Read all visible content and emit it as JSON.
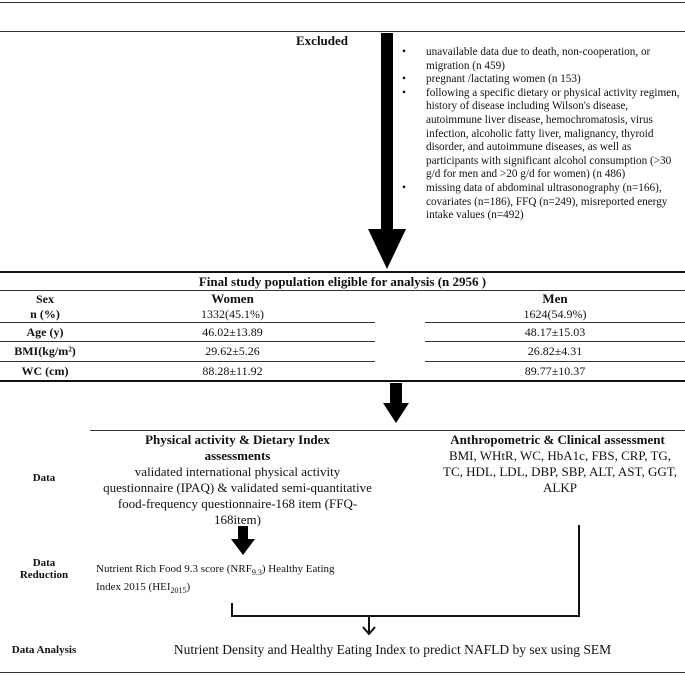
{
  "excluded": {
    "title": "Excluded",
    "items": [
      "unavailable data due to death, non-cooperation, or migration (n 459)",
      "pregnant /lactating women (n  153)",
      "following a specific dietary or physical activity regimen, history of disease including Wilson's disease, autoimmune liver disease, hemochromatosis, virus infection, alcoholic fatty liver, malignancy, thyroid disorder, and autoimmune diseases, as well as participants with significant alcohol consumption (>30 g/d for men and >20 g/d for women) (n 486)",
      "missing data of abdominal ultrasonography (n=166), covariates (n=186), FFQ (n=249), misreported energy intake values (n=492)"
    ]
  },
  "population": {
    "title": "Final study population eligible for analysis (n 2956 )",
    "header": {
      "col1": "Sex",
      "women": "Women",
      "men": "Men"
    },
    "rows": [
      {
        "label": "n (%)",
        "women": "1332(45.1%)",
        "men": "1624(54.9%)"
      },
      {
        "label": "Age (y)",
        "women": "46.02±13.89",
        "men": "48.17±15.03"
      },
      {
        "label": "BMI(kg/m²)",
        "women": "29.62±5.26",
        "men": "26.82±4.31"
      },
      {
        "label": "WC (cm)",
        "women": "88.28±11.92",
        "men": "89.77±10.37"
      }
    ]
  },
  "flow": {
    "data_label": "Data",
    "reduction_label_1": "Data",
    "reduction_label_2": "Reduction",
    "analysis_label": "Data Analysis",
    "pa_title": "Physical activity & Dietary Index assessments",
    "pa_text": "validated international physical activity questionnaire (IPAQ) & validated semi-quantitative food-frequency questionnaire-168 item (FFQ-168item)",
    "anthro_title": "Anthropometric & Clinical assessment",
    "anthro_text": "BMI, WHtR, WC, HbA1c, FBS, CRP, TG, TC, HDL, LDL, DBP, SBP, ALT, AST, GGT, ALKP",
    "reduction_text_a": "Nutrient Rich Food 9.3 score (NRF",
    "reduction_sub_a": "9.3",
    "reduction_text_b": ") Healthy Eating Index 2015 (HEI",
    "reduction_sub_b": "2015",
    "reduction_text_c": ")",
    "analysis_text": "Nutrient Density and Healthy Eating Index to predict NAFLD by sex using SEM"
  }
}
